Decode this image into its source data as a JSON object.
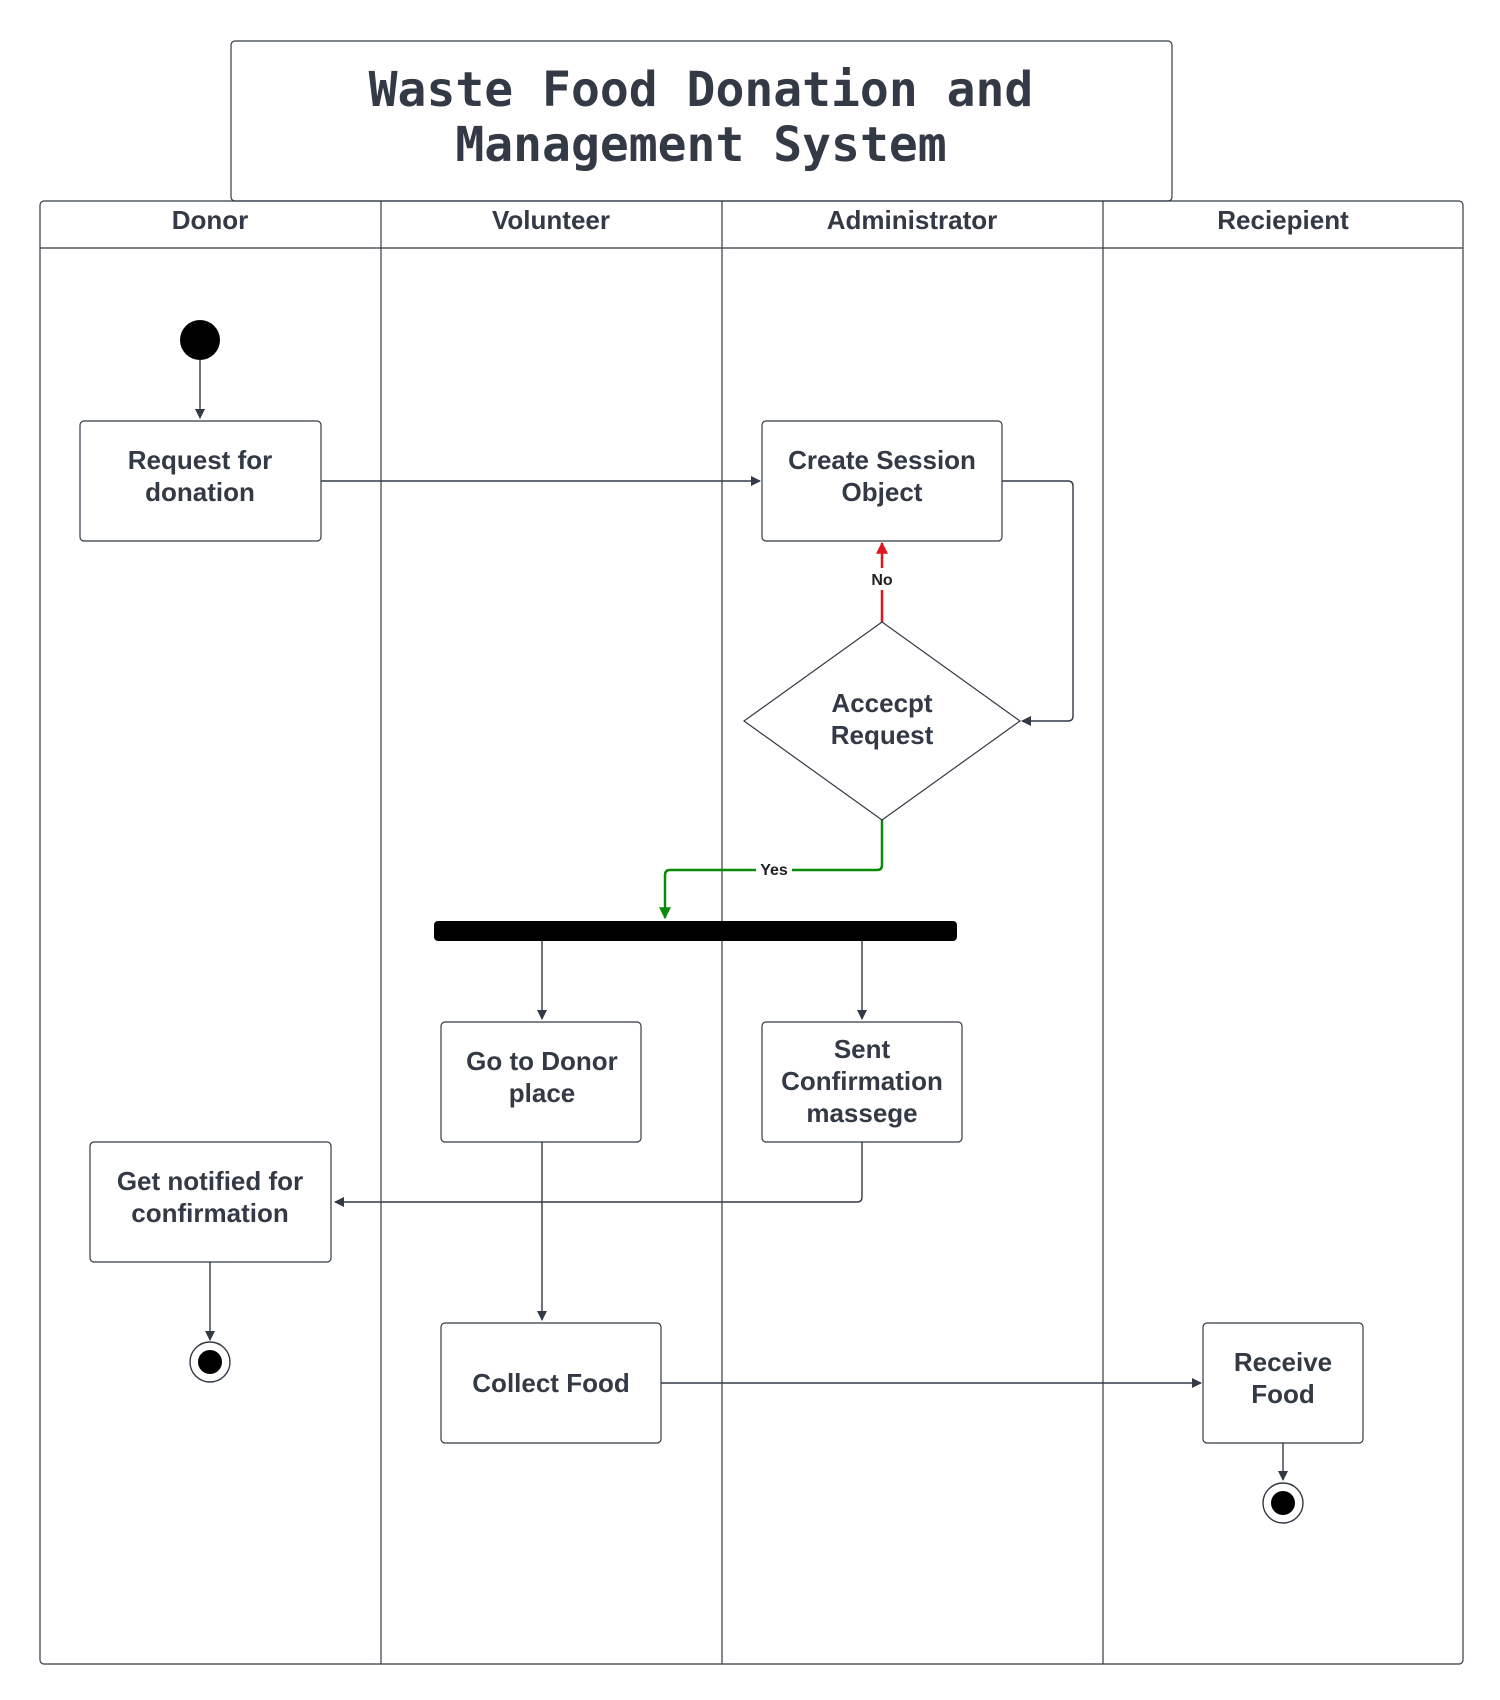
{
  "title": {
    "line1": "Waste Food Donation and",
    "line2": "Management System"
  },
  "lanes": [
    {
      "label": "Donor"
    },
    {
      "label": "Volunteer"
    },
    {
      "label": "Administrator"
    },
    {
      "label": "Reciepient"
    }
  ],
  "nodes": {
    "request": {
      "line1": "Request for",
      "line2": "donation"
    },
    "create_session": {
      "line1": "Create Session",
      "line2": "Object"
    },
    "accept": {
      "line1": "Accecpt",
      "line2": "Request"
    },
    "go_donor": {
      "line1": "Go to Donor",
      "line2": "place"
    },
    "sent_confirm": {
      "line1": "Sent",
      "line2": "Confirmation",
      "line3": "massege"
    },
    "get_notified": {
      "line1": "Get notified for",
      "line2": "confirmation"
    },
    "collect_food": {
      "line1": "Collect Food"
    },
    "receive_food": {
      "line1": "Receive",
      "line2": "Food"
    }
  },
  "edge_labels": {
    "no": "No",
    "yes": "Yes"
  },
  "colors": {
    "ink": "#333a45",
    "no_edge": "#e0161e",
    "yes_edge": "#0a8a0a",
    "fork_bar": "#000000"
  }
}
